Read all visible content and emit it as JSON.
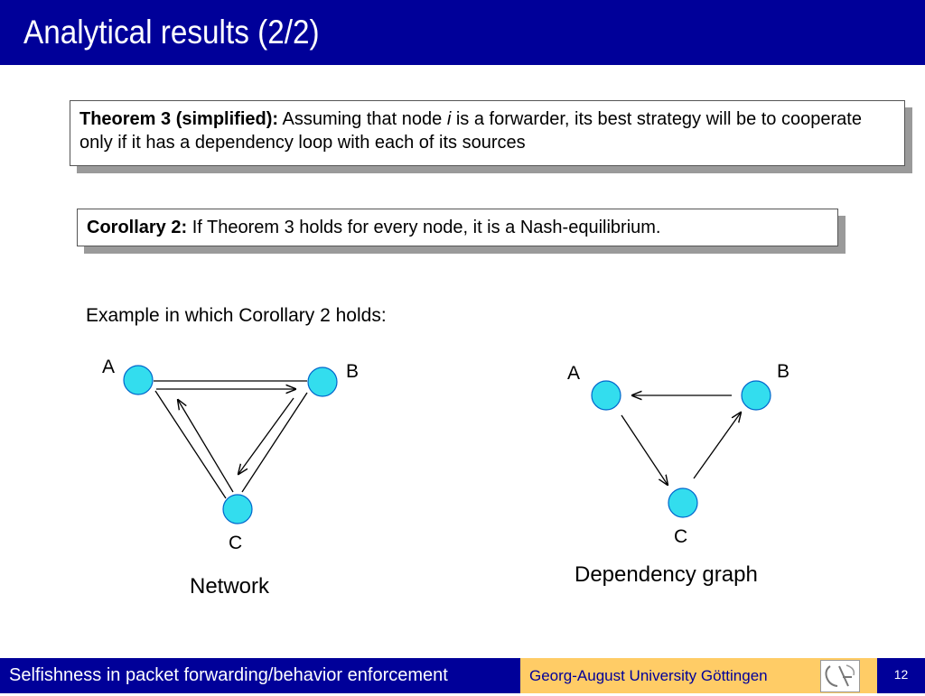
{
  "title": "Analytical results (2/2)",
  "theorem": {
    "label": "Theorem 3 (simplified):",
    "text_before": " Assuming that node ",
    "italic": "i",
    "text_after": " is a forwarder, its best strategy will be to cooperate only if it has a dependency loop with each of its sources"
  },
  "corollary": {
    "label": "Corollary 2:",
    "text": " If Theorem 3 holds for every node, it is a Nash-equilibrium."
  },
  "example_text": "Example in which Corollary 2 holds:",
  "network": {
    "caption": "Network",
    "nodes": [
      "A",
      "B",
      "C"
    ]
  },
  "dependency": {
    "caption": "Dependency graph",
    "nodes": [
      "A",
      "B",
      "C"
    ]
  },
  "colors": {
    "primary": "#000099",
    "accent": "#ffcc66",
    "node_fill": "#33ddee",
    "node_stroke": "#0066cc"
  },
  "footer": {
    "left": "Selfishness in packet forwarding/behavior enforcement",
    "center": "Georg-August University Göttingen",
    "page": "12",
    "logo_icon": "university-seal-icon"
  }
}
